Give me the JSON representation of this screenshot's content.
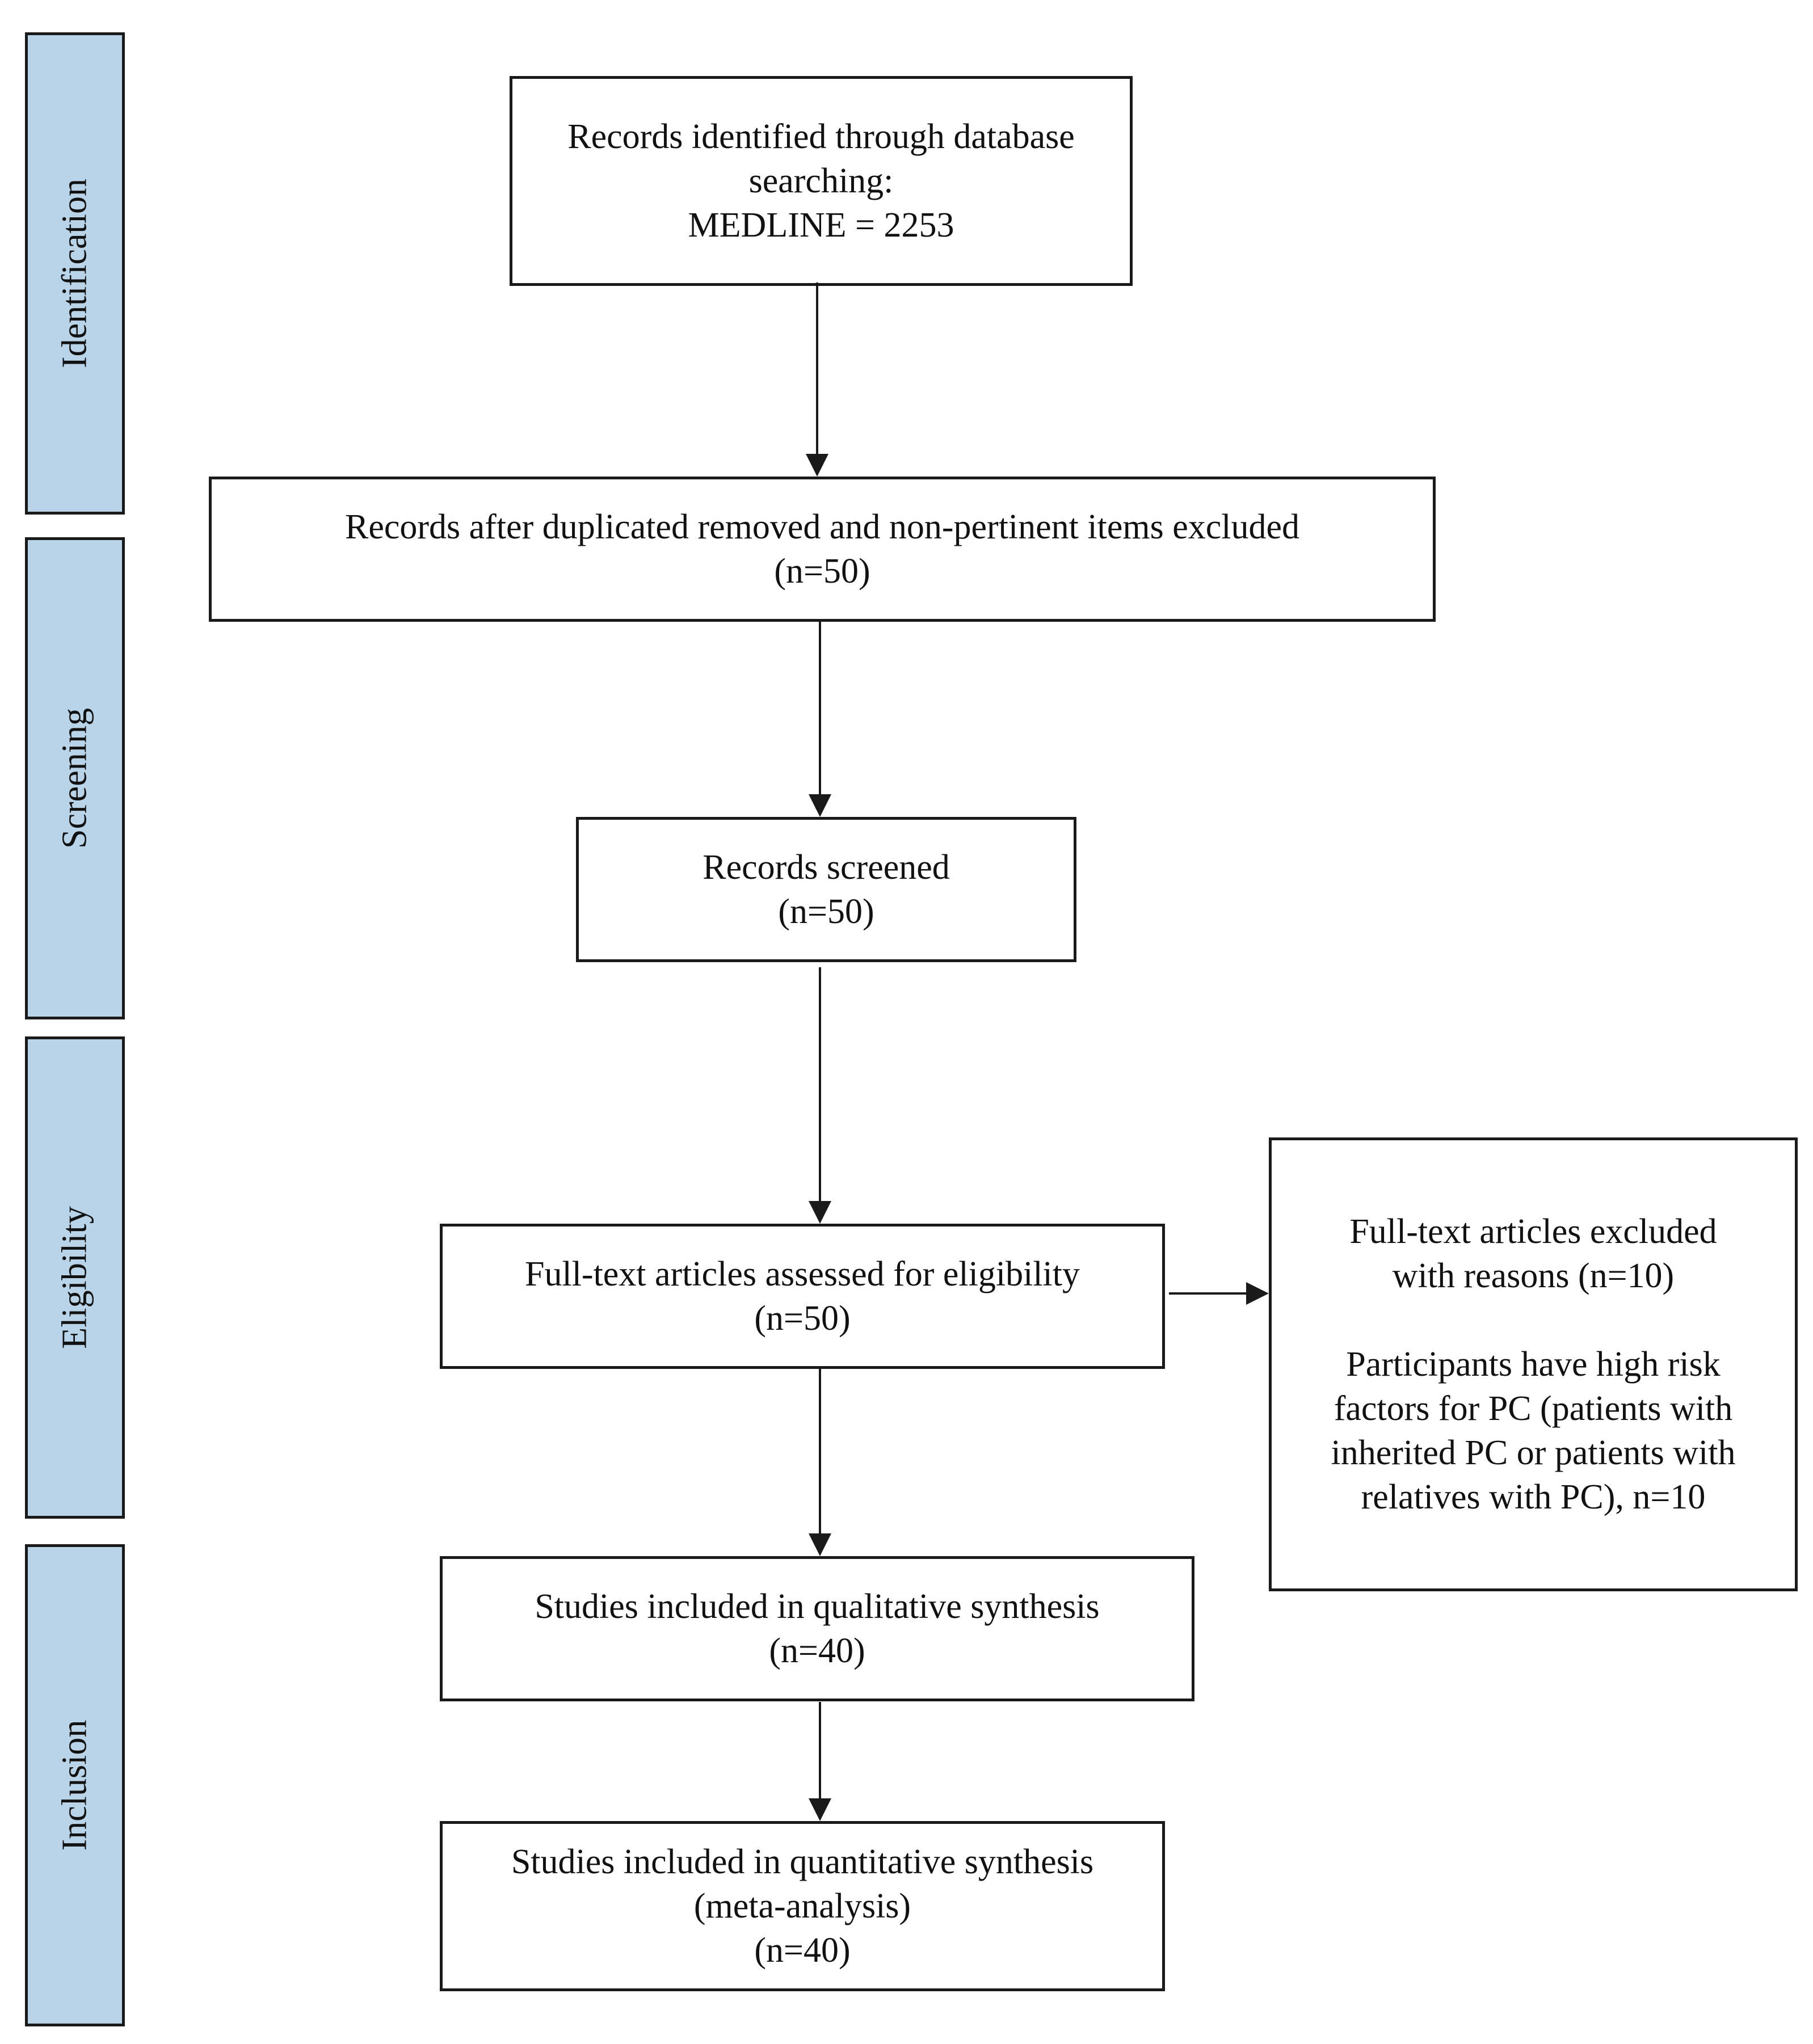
{
  "phases": {
    "identification": "Identification",
    "screening": "Screening",
    "eligibility": "Eligibility",
    "inclusion": "Inclusion"
  },
  "boxes": {
    "identified": {
      "line1": "Records identified through database",
      "line2": "searching:",
      "line3": "MEDLINE = 2253"
    },
    "after_duplicates": {
      "line1": "Records after duplicated removed and non-pertinent items excluded",
      "line2": "(n=50)"
    },
    "screened": {
      "line1": "Records screened",
      "line2": "(n=50)"
    },
    "full_text": {
      "line1": "Full-text articles assessed for eligibility",
      "line2": "(n=50)"
    },
    "excluded": {
      "line1": "Full-text articles excluded",
      "line2": "with reasons (n=10)",
      "line3": "Participants have high risk",
      "line4": "factors for PC (patients with",
      "line5": "inherited PC or patients with",
      "line6": "relatives with PC), n=10"
    },
    "qualitative": {
      "line1": "Studies included in qualitative synthesis",
      "line2": "(n=40)"
    },
    "quantitative": {
      "line1": "Studies included in quantitative synthesis",
      "line2": "(meta-analysis)",
      "line3": "(n=40)"
    }
  },
  "colors": {
    "phase_fill": "#b9d4e9",
    "stroke": "#1a1a1a"
  }
}
